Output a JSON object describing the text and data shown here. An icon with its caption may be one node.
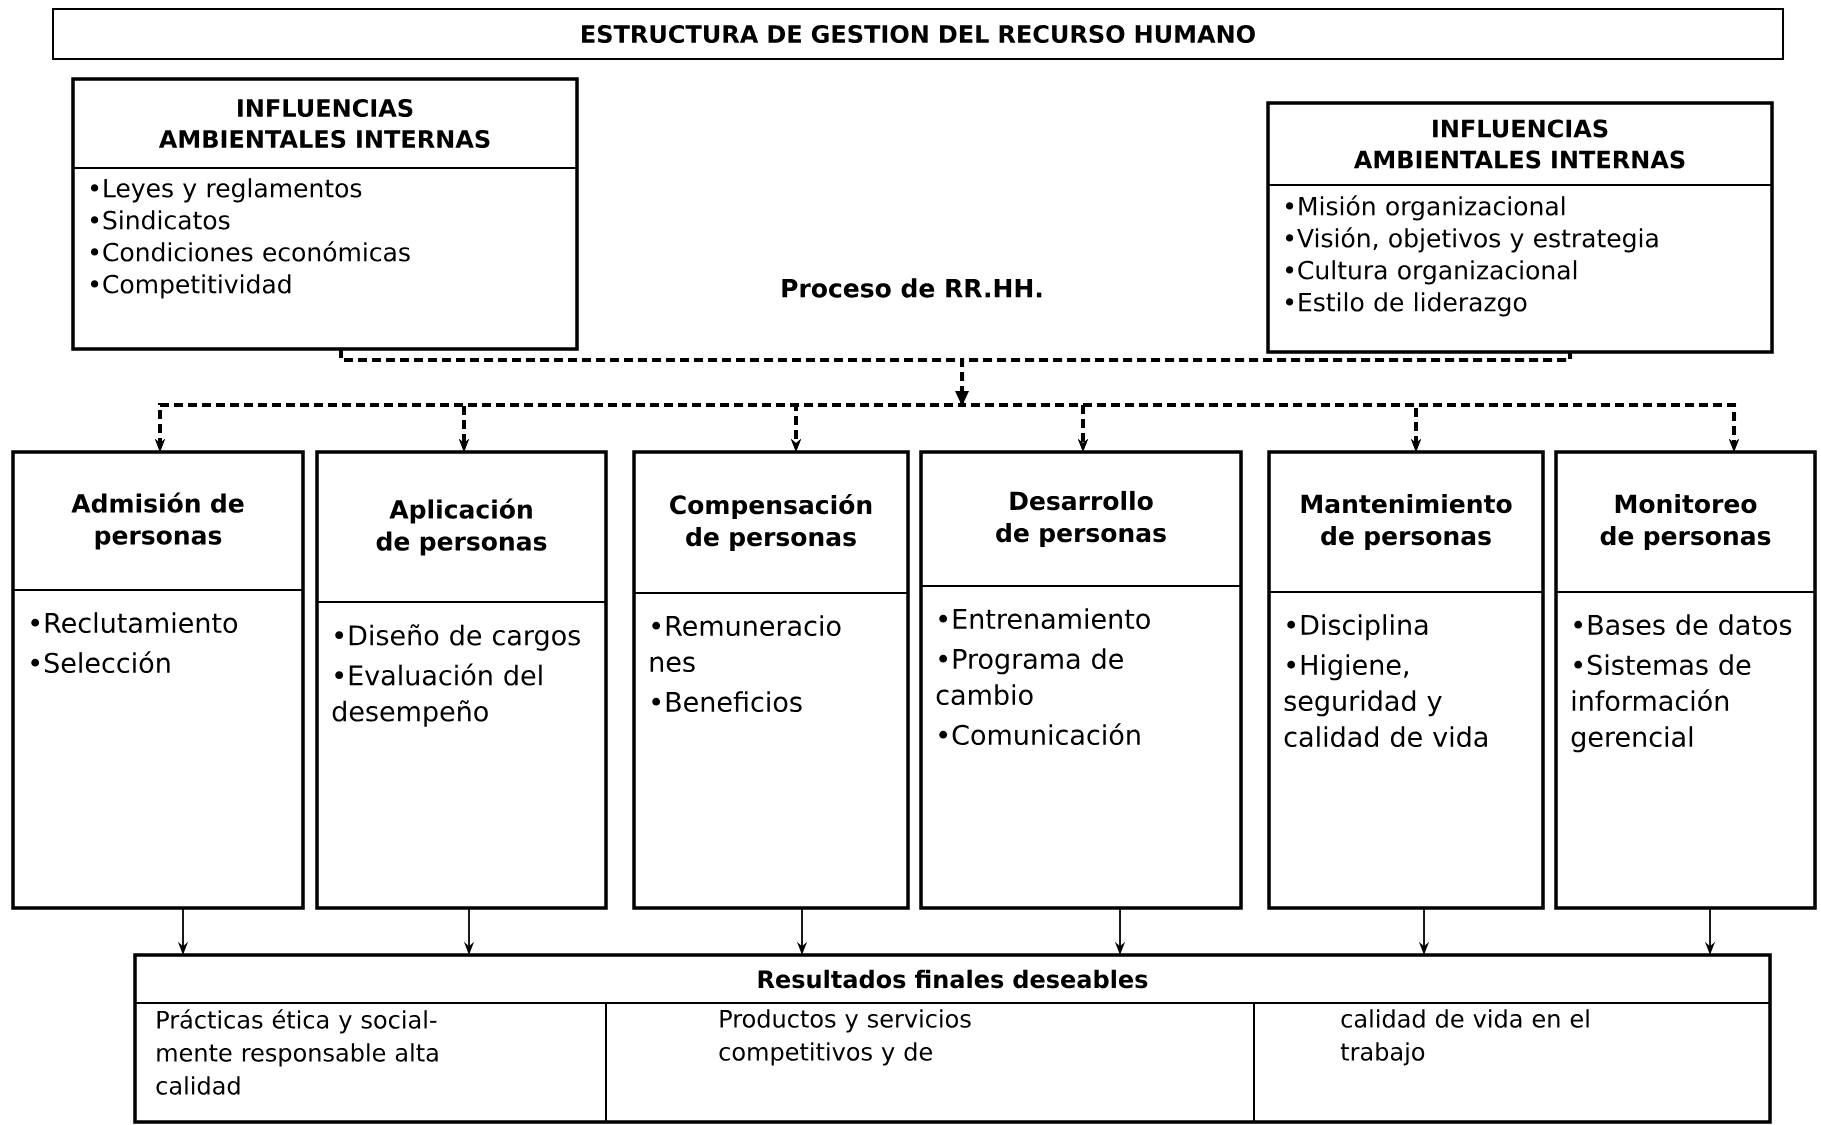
{
  "diagram": {
    "nodes": [
      {
        "text": [
          "ESTRUCTURA DE GESTION DEL RECURSO HUMANO"
        ]
      },
      {
        "text": [
          "INFLUENCIAS AMBIENTALES INTERNAS",
          "•Leyes y reglamentos",
          "•Sindicatos",
          "•Condiciones económicas",
          "•Competitividad"
        ]
      },
      {
        "text": [
          "INFLUENCIAS AMBIENTALES INTERNAS",
          "•Misión organizacional",
          "•Visión, objetivos y estrategia",
          "•Cultura organizacional",
          "•Estilo de liderazgo"
        ]
      },
      {
        "text": [
          "Admisión de personas",
          "•Reclutamiento",
          "•Selección"
        ]
      },
      {
        "text": [
          "Aplicación de personas",
          "•Diseño de cargos",
          "•Evaluación del desempeño"
        ]
      },
      {
        "text": [
          "Compensación de personas",
          "•Remuneracio nes",
          "•Beneficios"
        ]
      },
      {
        "text": [
          "Desarrollo de personas",
          "•Entrenamiento",
          "•Programa de cambio",
          "•Comunicación"
        ]
      },
      {
        "text": [
          "Mantenimiento de personas",
          "•Disciplina",
          "•Higiene, seguridad y calidad de vida"
        ]
      },
      {
        "text": [
          "Monitoreo de personas",
          "•Bases de datos",
          "•Sistemas de información gerencial"
        ]
      },
      {
        "text": [
          "Resultados finales deseables",
          "Prácticas ética y social- mente responsable alta calidad",
          "Productos y servicios competitivos y de",
          "calidad de vida en el trabajo"
        ]
      }
    ],
    "edges": [
      {
        "from": 1,
        "to": 3,
        "arrow": "to",
        "style": "dashed"
      },
      {
        "from": 1,
        "to": 4,
        "arrow": "to",
        "style": "dashed"
      },
      {
        "from": 1,
        "to": 5,
        "arrow": "to",
        "style": "dashed"
      },
      {
        "from": 1,
        "to": 6,
        "arrow": "to",
        "style": "dashed"
      },
      {
        "from": 1,
        "to": 7,
        "arrow": "to",
        "style": "dashed"
      },
      {
        "from": 1,
        "to": 8,
        "arrow": "to",
        "style": "dashed"
      },
      {
        "from": 2,
        "to": 3,
        "arrow": "to",
        "style": "dashed"
      },
      {
        "from": 2,
        "to": 4,
        "arrow": "to",
        "style": "dashed"
      },
      {
        "from": 2,
        "to": 5,
        "arrow": "to",
        "style": "dashed"
      },
      {
        "from": 2,
        "to": 6,
        "arrow": "to",
        "style": "dashed"
      },
      {
        "from": 2,
        "to": 7,
        "arrow": "to",
        "style": "dashed"
      },
      {
        "from": 2,
        "to": 8,
        "arrow": "to",
        "style": "dashed"
      },
      {
        "from": 3,
        "to": 9,
        "arrow": "to"
      },
      {
        "from": 4,
        "to": 9,
        "arrow": "to"
      },
      {
        "from": 5,
        "to": 9,
        "arrow": "to"
      },
      {
        "from": 6,
        "to": 9,
        "arrow": "to"
      },
      {
        "from": 7,
        "to": 9,
        "arrow": "to"
      },
      {
        "from": 8,
        "to": 9,
        "arrow": "to"
      }
    ],
    "labels": [
      "Proceso de RR.HH."
    ]
  }
}
